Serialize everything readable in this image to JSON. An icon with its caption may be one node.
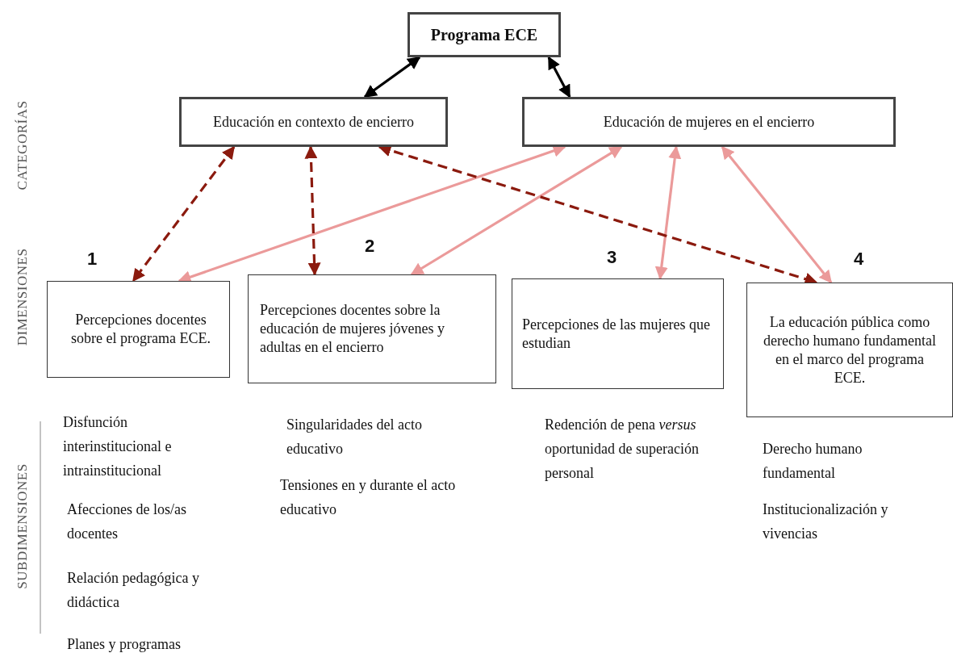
{
  "diagram": {
    "nodes": [
      {
        "text": [
          "Programa ECE"
        ]
      },
      {
        "text": [
          "Educación en contexto de encierro"
        ]
      },
      {
        "text": [
          "Educación de mujeres en el encierro"
        ]
      },
      {
        "text": [
          "Percepciones  docentes sobre el programa ECE."
        ],
        "beside": [
          "1"
        ]
      },
      {
        "text": [
          "Percepciones docentes sobre la educación de mujeres jóvenes y adultas en el encierro"
        ],
        "beside": [
          "2"
        ]
      },
      {
        "text": [
          "Percepciones de las mujeres que estudian"
        ],
        "beside": [
          "3"
        ]
      },
      {
        "text": [
          "La educación pública como derecho humano fundamental en el marco del programa ECE."
        ],
        "beside": [
          "4"
        ]
      }
    ],
    "edges": [
      {
        "from": 0,
        "to": 1,
        "arrow": "both",
        "color": "#000000"
      },
      {
        "from": 0,
        "to": 2,
        "arrow": "both",
        "color": "#000000"
      },
      {
        "from": 1,
        "to": 3,
        "arrow": "both",
        "style": "dashed",
        "color": "#8b1a0e"
      },
      {
        "from": 2,
        "to": 3,
        "arrow": "both"
      },
      {
        "from": 1,
        "to": 4,
        "arrow": "both",
        "style": "dashed",
        "color": "#8b1a0e"
      },
      {
        "from": 2,
        "to": 4,
        "arrow": "both"
      },
      {
        "from": 2,
        "to": 5,
        "arrow": "both"
      },
      {
        "from": 1,
        "to": 6,
        "arrow": "both",
        "style": "dashed",
        "color": "#8b1a0e"
      },
      {
        "from": 2,
        "to": 6,
        "arrow": "both"
      }
    ],
    "labels": [
      "CATEGORÍAS",
      "DIMENSIONES",
      "SUBDIMENSIONES",
      "Disfunción interinstitucional e intrainstitucional",
      "Afecciones de los/as docentes",
      "Relación pedagógica y didáctica",
      "Planes y programas",
      "Singularidades del acto educativo",
      "Tensiones en y durante el acto educativo",
      "Redención de pena *versus* oportunidad de superación personal",
      "Derecho humano fundamental",
      "Institucionalización y vivencias"
    ]
  }
}
